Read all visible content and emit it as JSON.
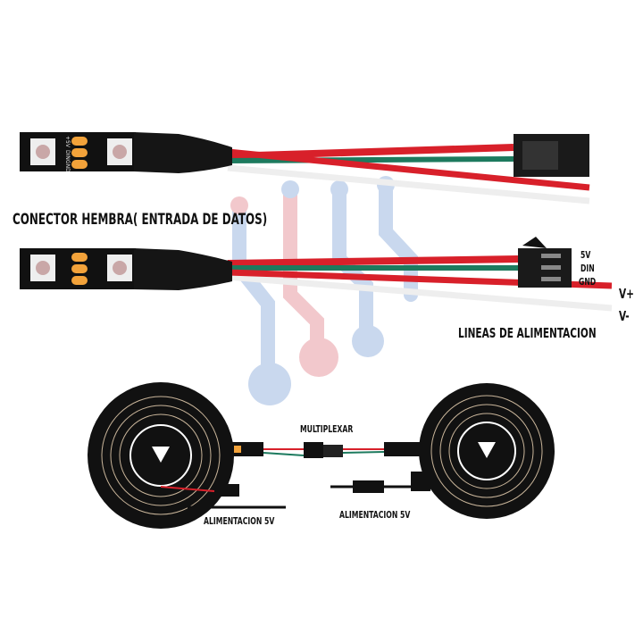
{
  "labels": {
    "female_connector": "CONECTOR HEMBRA( ENTRADA DE  DATOS)",
    "pin_5v": "5V",
    "pin_din": "DIN",
    "pin_gnd": "GND",
    "v_plus": "V+",
    "v_minus": "V-",
    "power_lines": "LINEAS DE ALIMENTACION",
    "multiplex": "MULTIPLEXAR",
    "power_left": "ALIMENTACION 5V",
    "power_right": "ALIMENTACION 5V"
  },
  "pcb_marks": [
    "+5V",
    "DIN",
    "GND"
  ],
  "colors": {
    "red_wire": "#d8202a",
    "green_wire": "#1d7a5e",
    "white_wire": "#f2f2f2",
    "strip": "#111111",
    "pad": "#f2a23a",
    "watermark_blue": "#c9d8ee",
    "watermark_red": "#f2c8cc"
  }
}
